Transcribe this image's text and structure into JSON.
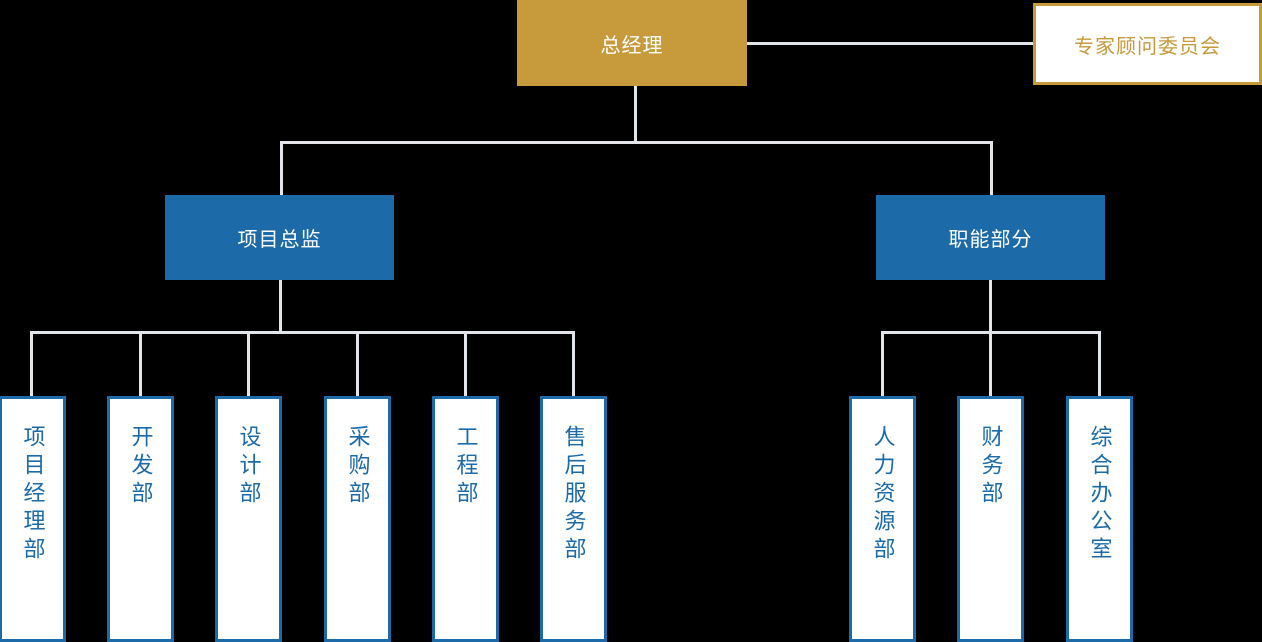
{
  "diagram": {
    "title_node": {
      "label": "总经理",
      "color": "#C79A3C",
      "text_color": "#FFFFFF"
    },
    "advisory_node": {
      "label": "专家顾问委员会",
      "color": "#C79A3C",
      "text_color": "#C79A3C"
    },
    "branches": [
      {
        "label": "项目总监",
        "color": "#1C6AA8",
        "text_color": "#FFFFFF"
      },
      {
        "label": "职能部分",
        "color": "#1C6AA8",
        "text_color": "#FFFFFF"
      }
    ],
    "project_departments": [
      {
        "label": "项目经理部"
      },
      {
        "label": "开发部"
      },
      {
        "label": "设计部"
      },
      {
        "label": "采购部"
      },
      {
        "label": "工程部"
      },
      {
        "label": "售后服务部"
      }
    ],
    "functional_departments": [
      {
        "label": "人力资源部"
      },
      {
        "label": "财务部"
      },
      {
        "label": "综合办公室"
      }
    ],
    "colors": {
      "background": "#000000",
      "gold": "#C79A3C",
      "blue": "#1C6AA8",
      "connector": "#E2E5E9",
      "box_fill": "#FFFFFF"
    }
  }
}
